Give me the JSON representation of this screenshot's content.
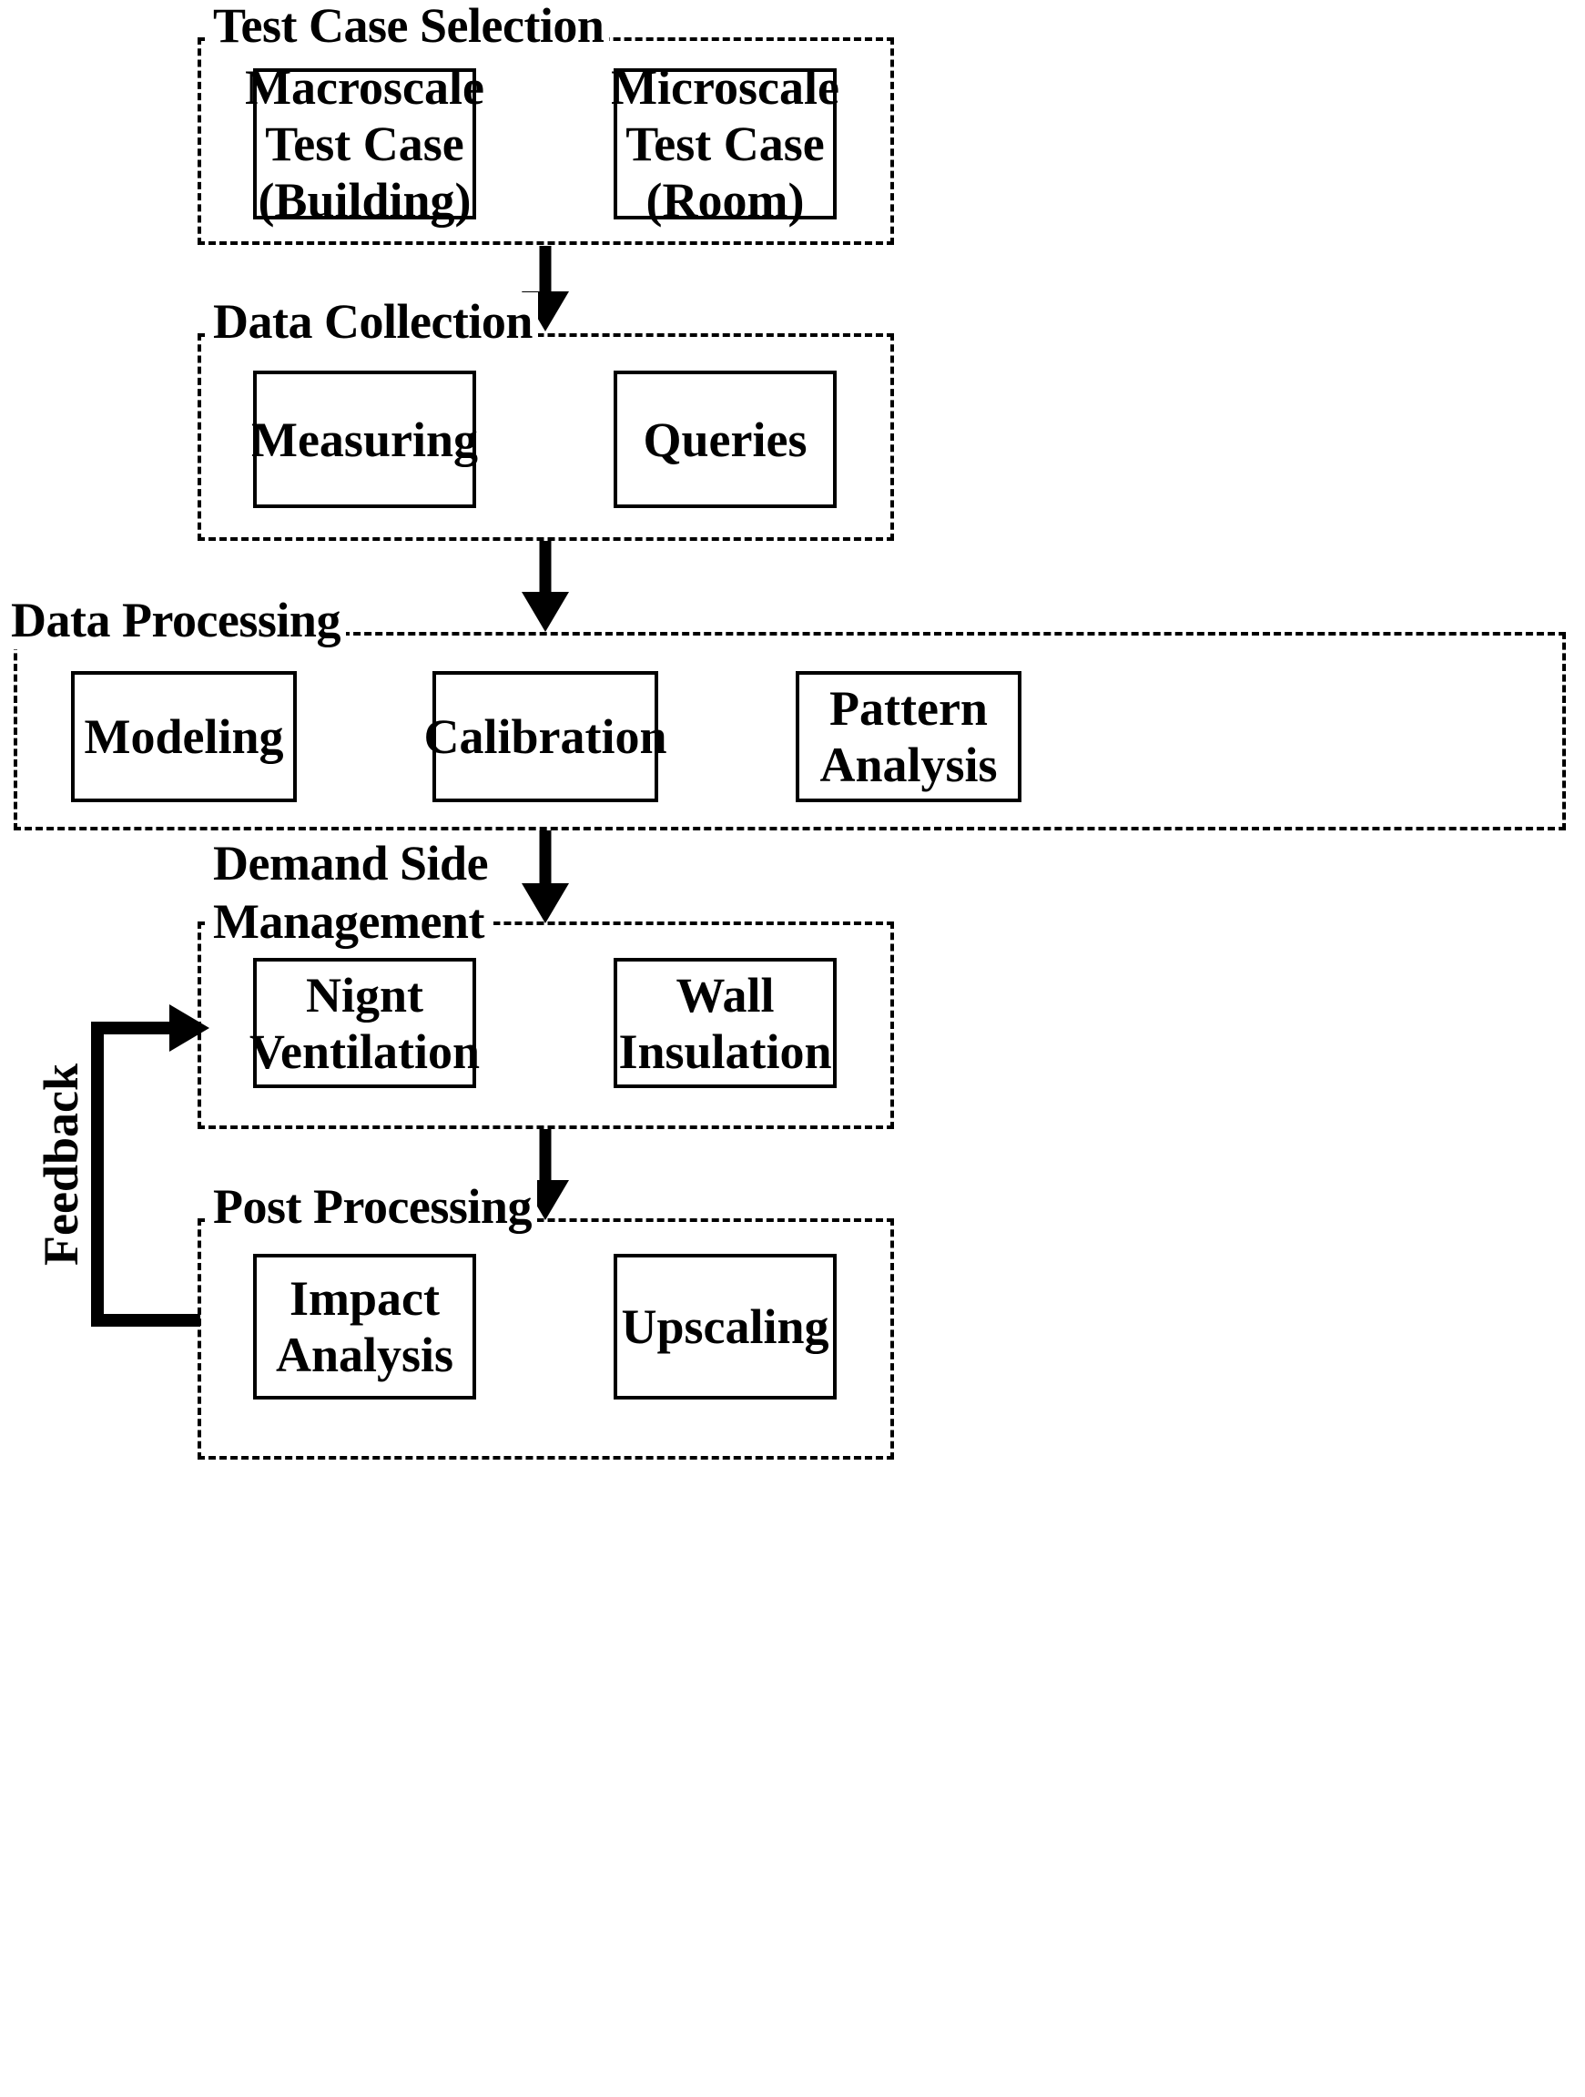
{
  "diagram": {
    "title": "Building energy demand side management workflow",
    "stages": [
      {
        "id": "test-case-selection",
        "title": "Test Case Selection",
        "nodes": [
          {
            "id": "macroscale-test-case",
            "label": "Macroscale\nTest Case\n(Building)"
          },
          {
            "id": "microscale-test-case",
            "label": "Microscale\nTest Case\n(Room)"
          }
        ]
      },
      {
        "id": "data-collection",
        "title": "Data Collection",
        "nodes": [
          {
            "id": "measuring",
            "label": "Measuring"
          },
          {
            "id": "queries",
            "label": "Queries"
          }
        ]
      },
      {
        "id": "data-processing",
        "title": "Data Processing",
        "nodes": [
          {
            "id": "modeling",
            "label": "Modeling"
          },
          {
            "id": "calibration",
            "label": "Calibration"
          },
          {
            "id": "pattern-analysis",
            "label": "Pattern\nAnalysis"
          }
        ]
      },
      {
        "id": "demand-side-management",
        "title": "Demand Side\nManagement",
        "nodes": [
          {
            "id": "night-ventilation",
            "label": "Nignt\nVentilation"
          },
          {
            "id": "wall-insulation",
            "label": "Wall\nInsulation"
          }
        ]
      },
      {
        "id": "post-processing",
        "title": "Post Processing",
        "nodes": [
          {
            "id": "impact-analysis",
            "label": "Impact\nAnalysis"
          },
          {
            "id": "upscaling",
            "label": "Upscaling"
          }
        ]
      }
    ],
    "feedback": {
      "label": "Feedback",
      "from": "post-processing",
      "to": "demand-side-management"
    },
    "flow_arrows": [
      {
        "from": "test-case-selection",
        "to": "data-collection"
      },
      {
        "from": "data-collection",
        "to": "data-processing"
      },
      {
        "from": "data-processing",
        "to": "demand-side-management"
      },
      {
        "from": "demand-side-management",
        "to": "post-processing"
      }
    ],
    "colors": {
      "stroke": "#000000",
      "background": "#ffffff"
    }
  }
}
